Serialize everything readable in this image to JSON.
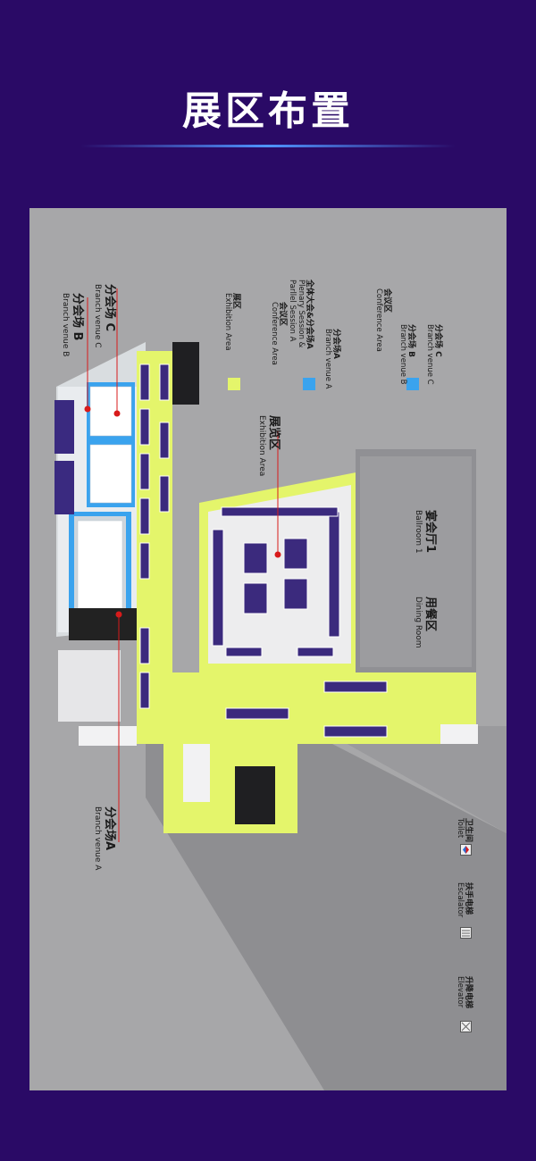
{
  "page": {
    "title": "展区布置"
  },
  "map": {
    "colors": {
      "exhibition": "#e4f56b",
      "conference": "#3aa3ee",
      "floor": "#a7a7a9",
      "hall": "#909094",
      "frame_bg": "#2a0a66"
    },
    "venues": {
      "branch_b": {
        "zh": "分会场 B",
        "en": "Branch venue B"
      },
      "branch_c": {
        "zh": "分会场 C",
        "en": "Branch venue C"
      },
      "branch_a": {
        "zh": "分会场A",
        "en": "Branch venue A"
      },
      "exhibition": {
        "zh": "展览区",
        "en": "Exhibition Area"
      },
      "ballroom": {
        "zh": "宴会厅1",
        "en": "Ballroom 1"
      },
      "dining": {
        "zh": "用餐区",
        "en": "Dining Room"
      }
    },
    "legend": [
      {
        "color": "#e4f56b",
        "zh": "展区",
        "en": "Exhibition Area"
      },
      {
        "color": "#3aa3ee",
        "zh": "会议区",
        "en": "Conference Area",
        "zh2": "全体大会&分会场A",
        "en2": "Plenary Session &",
        "en3": "Parllel Session A"
      },
      {
        "color": null,
        "zh": "分会场A",
        "en": "Branch venue A"
      },
      {
        "color": "#3aa3ee",
        "zh": "会议区",
        "en": "Conference Area",
        "zh2": "分会场 B",
        "en2": "Branch venue B"
      },
      {
        "color": null,
        "zh": "分会场 C",
        "en": "Branch venue C"
      }
    ],
    "icons": [
      {
        "icon": "elevator-icon",
        "zh": "升降电梯",
        "en": "Elevator"
      },
      {
        "icon": "escalator-icon",
        "zh": "扶手电梯",
        "en": "Escalator"
      },
      {
        "icon": "toilet-icon",
        "zh": "卫生间",
        "en": "Toilet"
      }
    ]
  }
}
